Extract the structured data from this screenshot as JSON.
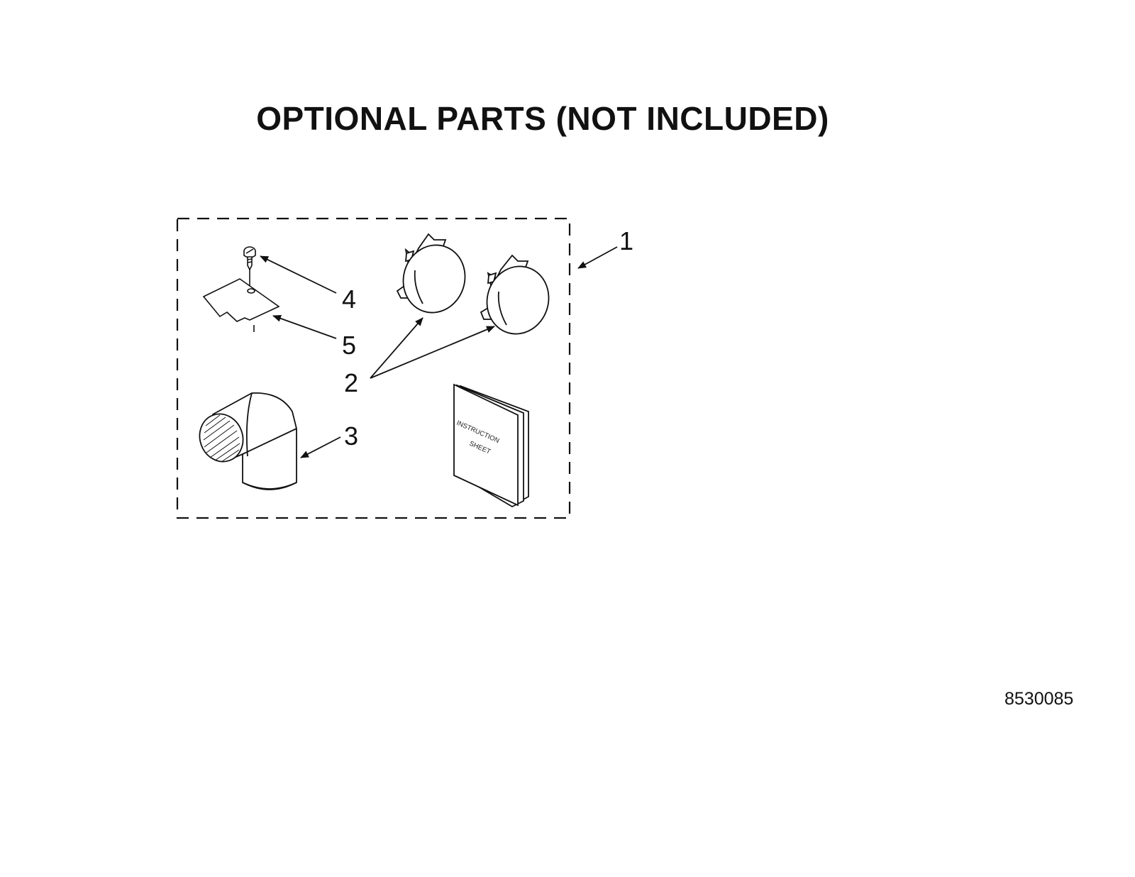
{
  "title": "OPTIONAL PARTS (NOT INCLUDED)",
  "callouts": {
    "kit": "1",
    "plugs": "2",
    "elbow": "3",
    "screw": "4",
    "clip": "5"
  },
  "instruction_sheet": {
    "line1": "INSTRUCTION",
    "line2": "SHEET"
  },
  "document_number": "8530085",
  "colors": {
    "ink": "#111111",
    "background": "#ffffff"
  }
}
